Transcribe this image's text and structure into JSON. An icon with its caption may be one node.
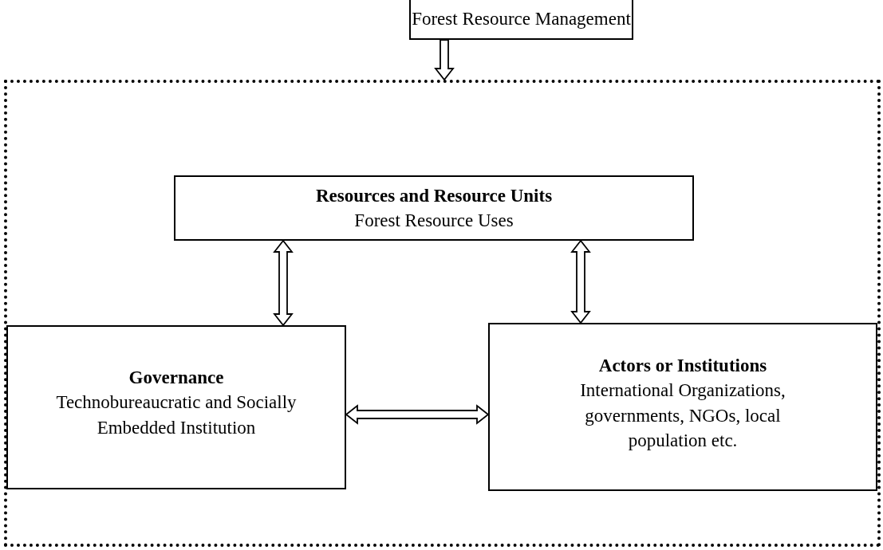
{
  "diagram": {
    "nodes": [
      {
        "text": [
          "Forest Resource Management"
        ]
      },
      {
        "text": [],
        "shape": "box"
      },
      {
        "text": [
          "Resources and Resource Units",
          "Forest Resource Uses"
        ],
        "in": 1
      },
      {
        "text": [
          "Governance",
          "Technobureaucratic and Socially Embedded Institution"
        ],
        "in": 1
      },
      {
        "text": [
          "Actors or Institutions",
          "International Organizations, governments, NGOs, local population etc."
        ],
        "in": 1
      }
    ],
    "edges": [
      {
        "from": 0,
        "to": 1,
        "arrow": "to"
      },
      {
        "from": 2,
        "to": 3,
        "arrow": "both"
      },
      {
        "from": 2,
        "to": 4,
        "arrow": "both"
      },
      {
        "from": 3,
        "to": 4,
        "arrow": "both"
      }
    ]
  }
}
